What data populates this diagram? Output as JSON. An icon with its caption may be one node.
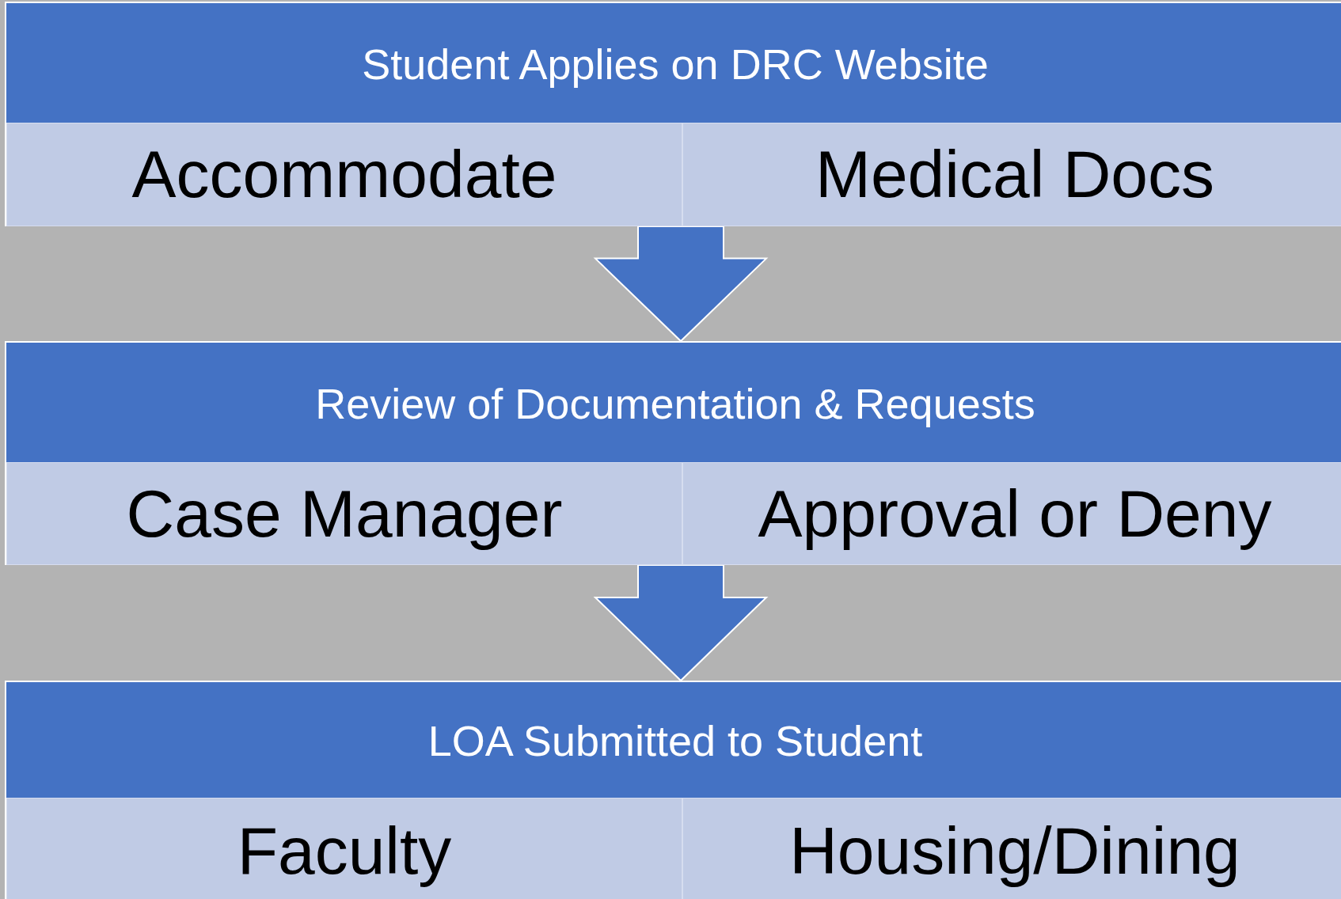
{
  "diagram": {
    "nodes": [
      {
        "text": [
          "Student Applies on DRC Website"
        ]
      },
      {
        "text": [
          "Accommodate"
        ],
        "in": 0
      },
      {
        "text": [
          "Medical Docs"
        ],
        "in": 0
      },
      {
        "text": [
          "Review of Documentation & Requests"
        ]
      },
      {
        "text": [
          "Case Manager"
        ],
        "in": 3
      },
      {
        "text": [
          "Approval or Deny"
        ],
        "in": 3
      },
      {
        "text": [
          "LOA Submitted to Student"
        ]
      },
      {
        "text": [
          "Faculty"
        ],
        "in": 6
      },
      {
        "text": [
          "Housing/Dining"
        ],
        "in": 6
      }
    ],
    "edges": [
      {
        "from": 0,
        "to": 3,
        "arrow": "to"
      },
      {
        "from": 3,
        "to": 6,
        "arrow": "to"
      }
    ]
  }
}
